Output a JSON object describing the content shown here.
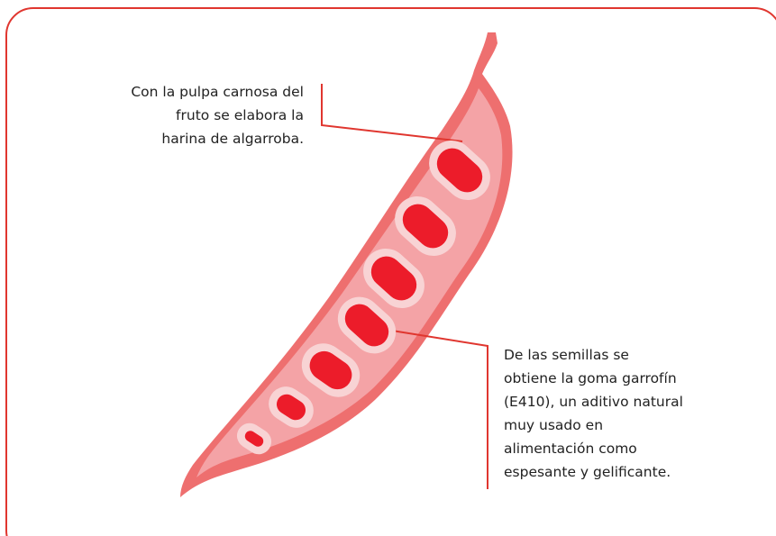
{
  "annotations": {
    "pulp": {
      "lines": [
        "Con la pulpa carnosa del",
        "fruto se elabora la",
        "harina de algarroba."
      ]
    },
    "seeds": {
      "lines": [
        "De las semillas se",
        "obtiene la goma garrofín",
        "(E410), un aditivo natural",
        "muy usado en",
        "alimentación como",
        "espesante y gelificante."
      ]
    }
  },
  "colors": {
    "frame": "#e0362f",
    "pod_outer": "#ee6f6f",
    "pod_inner": "#f4a3a6",
    "seed_halo": "#f8d3d4",
    "seed": "#ec1c2a",
    "leader": "#e0362f"
  }
}
